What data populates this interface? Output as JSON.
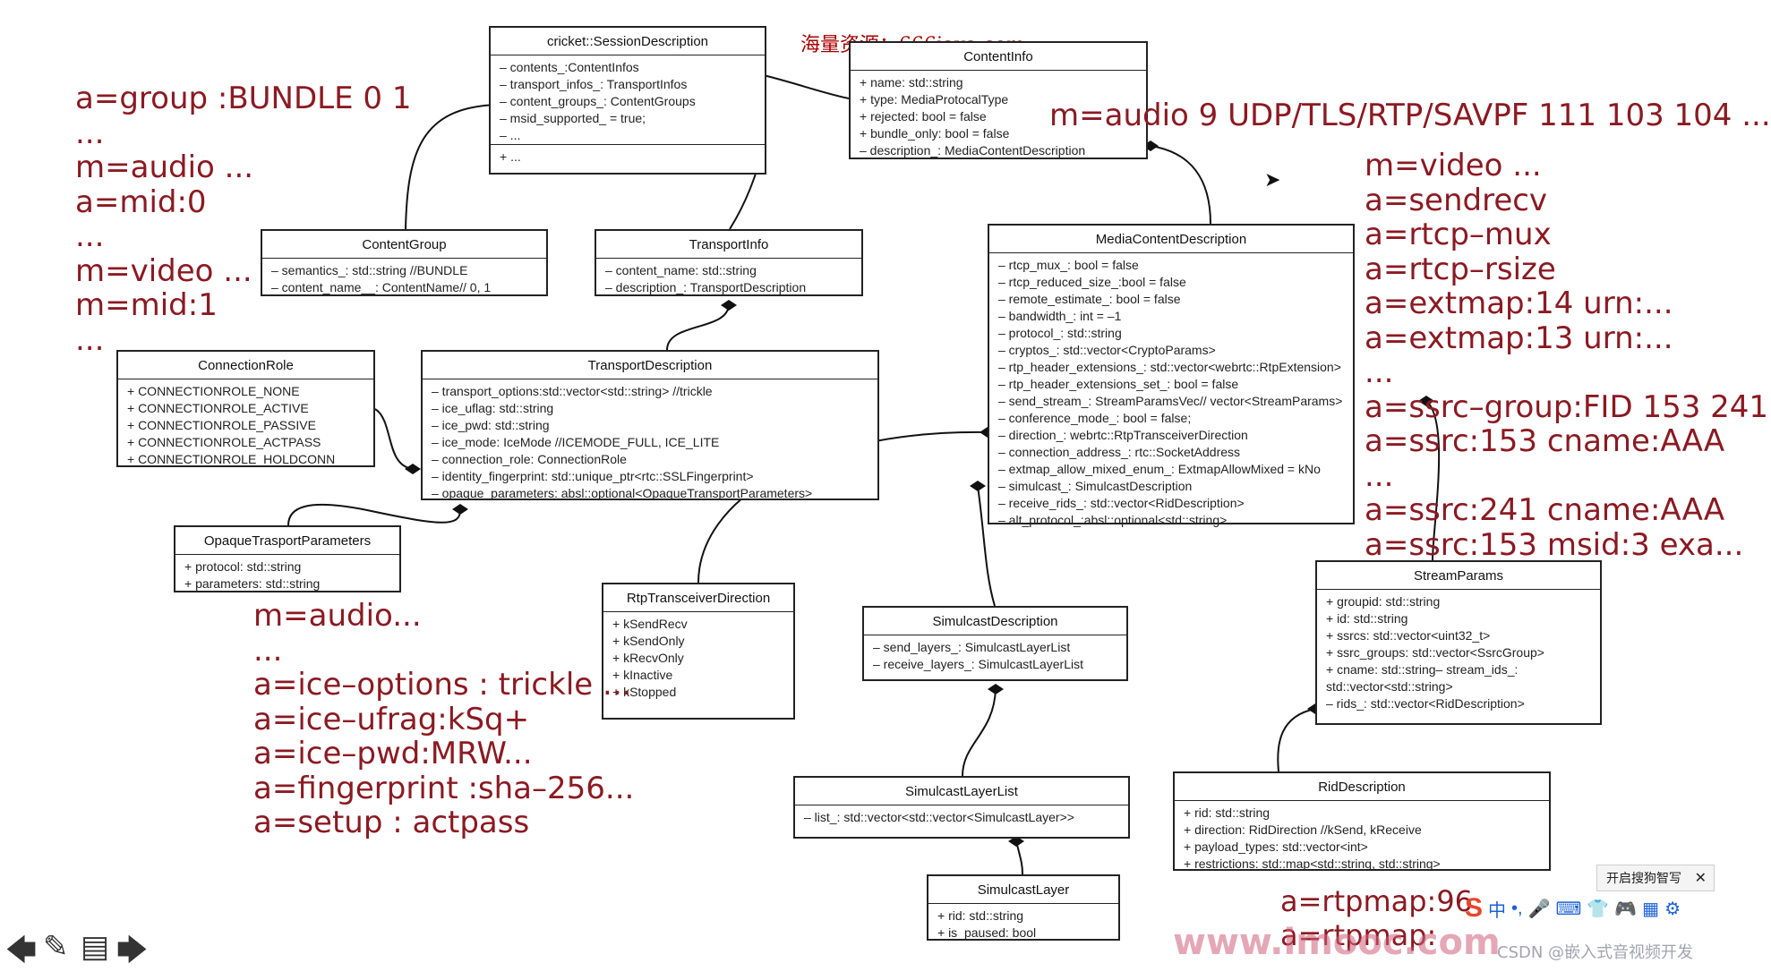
{
  "watermark": "海量资源：666java.com",
  "site_watermark": "www.imooc.com",
  "csdn_watermark": "CSDN @嵌入式音视频开发",
  "ime": {
    "label": "开启搜狗智写",
    "close": "✕",
    "icons": [
      "S",
      "中",
      "•,",
      "🎤",
      "⌨",
      "👕",
      "🎮",
      "▦",
      "⚙"
    ]
  },
  "nav": {
    "back": "🡄",
    "pen": "✎",
    "notes": "▤",
    "forward": "🡆"
  },
  "classes": [
    {
      "id": "session",
      "title": "cricket::SessionDescription",
      "fields": [
        "– contents_:ContentInfos",
        "– transport_infos_: TransportInfos",
        "– content_groups_: ContentGroups",
        "– msid_supported_ = true;",
        "– ..."
      ],
      "ops": [
        "+ ..."
      ]
    },
    {
      "id": "contentinfo",
      "title": "ContentInfo",
      "fields": [
        "+ name: std::string",
        "+ type: MediaProtocalType",
        "+ rejected: bool = false",
        "+ bundle_only: bool = false",
        "– description_: MediaContentDescription"
      ]
    },
    {
      "id": "contentgroup",
      "title": "ContentGroup",
      "fields": [
        "– semantics_: std::string //BUNDLE",
        "– content_name__: ContentName// 0, 1"
      ]
    },
    {
      "id": "transportinfo",
      "title": "TransportInfo",
      "fields": [
        "– content_name: std::string",
        "– description_: TransportDescription"
      ]
    },
    {
      "id": "mediacontent",
      "title": "MediaContentDescription",
      "fields": [
        "– rtcp_mux_: bool = false",
        "– rtcp_reduced_size_:bool = false",
        "– remote_estimate_: bool = false",
        "– bandwidth_: int = –1",
        "– protocol_: std::string",
        "– cryptos_: std::vector<CryptoParams>",
        "– rtp_header_extensions_: std::vector<webrtc::RtpExtension>",
        "– rtp_header_extensions_set_: bool = false",
        "– send_stream_: StreamParamsVec// vector<StreamParams>",
        "– conference_mode_: bool = false;",
        "– direction_: webrtc::RtpTransceiverDirection",
        "– connection_address_: rtc::SocketAddress",
        "– extmap_allow_mixed_enum_: ExtmapAllowMixed = kNo",
        "– simulcast_: SimulcastDescription",
        "– receive_rids_: std::vector<RidDescription>",
        "– alt_protocol_:absl::optional<std::string>"
      ]
    },
    {
      "id": "connectionrole",
      "title": "ConnectionRole",
      "fields": [
        "+ CONNECTIONROLE_NONE",
        "+ CONNECTIONROLE_ACTIVE",
        "+ CONNECTIONROLE_PASSIVE",
        "+ CONNECTIONROLE_ACTPASS",
        "+ CONNECTIONROLE_HOLDCONN"
      ]
    },
    {
      "id": "transportdesc",
      "title": "TransportDescription",
      "fields": [
        "– transport_options:std::vector<std::string> //trickle",
        "– ice_uflag: std::string",
        "– ice_pwd: std::string",
        "– ice_mode: IceMode //ICEMODE_FULL, ICE_LITE",
        "– connection_role: ConnectionRole",
        "– identity_fingerprint: std::unique_ptr<rtc::SSLFingerprint>",
        "– opaque_parameters: absl::optional<OpaqueTransportParameters>"
      ]
    },
    {
      "id": "opaque",
      "title": "OpaqueTrasportParameters",
      "fields": [
        "+ protocol: std::string",
        "+ parameters: std::string"
      ]
    },
    {
      "id": "rtptrans",
      "title": "RtpTransceiverDirection",
      "fields": [
        "+ kSendRecv",
        "+ kSendOnly",
        "+ kRecvOnly",
        "+ kInactive",
        "+ kStopped"
      ]
    },
    {
      "id": "simulcastdesc",
      "title": "SimulcastDescription",
      "fields": [
        "– send_layers_: SimulcastLayerList",
        "– receive_layers_: SimulcastLayerList"
      ]
    },
    {
      "id": "simulcastlist",
      "title": "SimulcastLayerList",
      "fields": [
        "– list_: std::vector<std::vector<SimulcastLayer>>"
      ]
    },
    {
      "id": "simulcastlayer",
      "title": "SimulcastLayer",
      "fields": [
        "+ rid: std::string",
        "+ is_paused: bool"
      ]
    },
    {
      "id": "streamparams",
      "title": "StreamParams",
      "fields": [
        "+ groupid: std::string",
        "+ id:  std::string",
        "+ ssrcs: std::vector<uint32_t>",
        "+ ssrc_groups: std::vector<SsrcGroup>",
        "+ cname: std::string– stream_ids_:",
        "std::vector<std::string>",
        "– rids_: std::vector<RidDescription>"
      ]
    },
    {
      "id": "riddesc",
      "title": "RidDescription",
      "fields": [
        "+ rid: std::string",
        "+ direction: RidDirection //kSend, kReceive",
        "+ payload_types: std::vector<int>",
        "+ restrictions: std::map<std::string, std::string>"
      ]
    }
  ],
  "notes": {
    "left": [
      "a=group :BUNDLE 0 1",
      "...",
      "m=audio ...",
      "a=mid:0",
      "...",
      "m=video ...",
      "m=mid:1",
      "..."
    ],
    "audio_line": "m=audio 9 UDP/TLS/RTP/SAVPF 111 103 104 ...",
    "right": [
      "m=video ...",
      "a=sendrecv",
      "a=rtcp–mux",
      "a=rtcp–rsize",
      "a=extmap:14 urn:...",
      "a=extmap:13 urn:...",
      "...",
      "a=ssrc–group:FID 153 241",
      "a=ssrc:153 cname:AAA",
      "...",
      "a=ssrc:241 cname:AAA",
      "a=ssrc:153 msid:3 exa..."
    ],
    "ice": [
      "m=audio...",
      "...",
      "a=ice–options : trickle ...",
      "a=ice–ufrag:kSq+",
      "a=ice–pwd:MRW...",
      "a=fingerprint :sha–256...",
      "a=setup : actpass"
    ],
    "rtpmap": [
      "a=rtpmap:96",
      "a=rtpmap:"
    ]
  }
}
